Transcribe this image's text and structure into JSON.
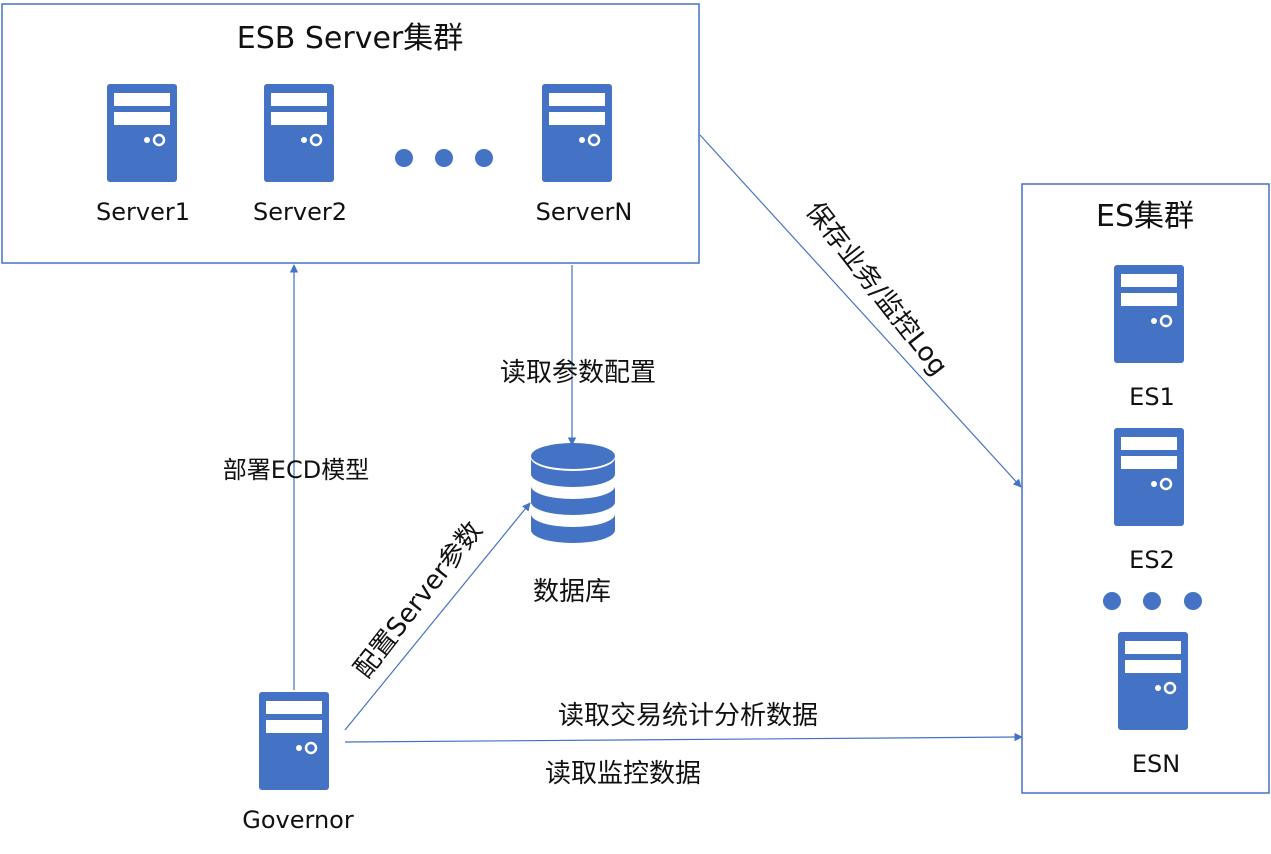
{
  "esb_cluster": {
    "title": "ESB Server集群",
    "servers": [
      "Server1",
      "Server2",
      "ServerN"
    ]
  },
  "es_cluster": {
    "title": "ES集群",
    "nodes": [
      "ES1",
      "ES2",
      "ESN"
    ]
  },
  "database": {
    "label": "数据库"
  },
  "governor": {
    "label": "Governor"
  },
  "edges": {
    "save_log": "保存业务/监控Log",
    "read_params": "读取参数配置",
    "deploy_model": "部署ECD模型",
    "config_server": "配置Server参数",
    "read_stats": "读取交易统计分析数据",
    "read_monitor": "读取监控数据"
  },
  "colors": {
    "server_fill": "#4472c4",
    "border": "#4472c4",
    "line": "#4472c4"
  },
  "icons": {
    "server": "server-icon",
    "database": "database-icon",
    "ellipsis": "ellipsis-dots-icon"
  }
}
